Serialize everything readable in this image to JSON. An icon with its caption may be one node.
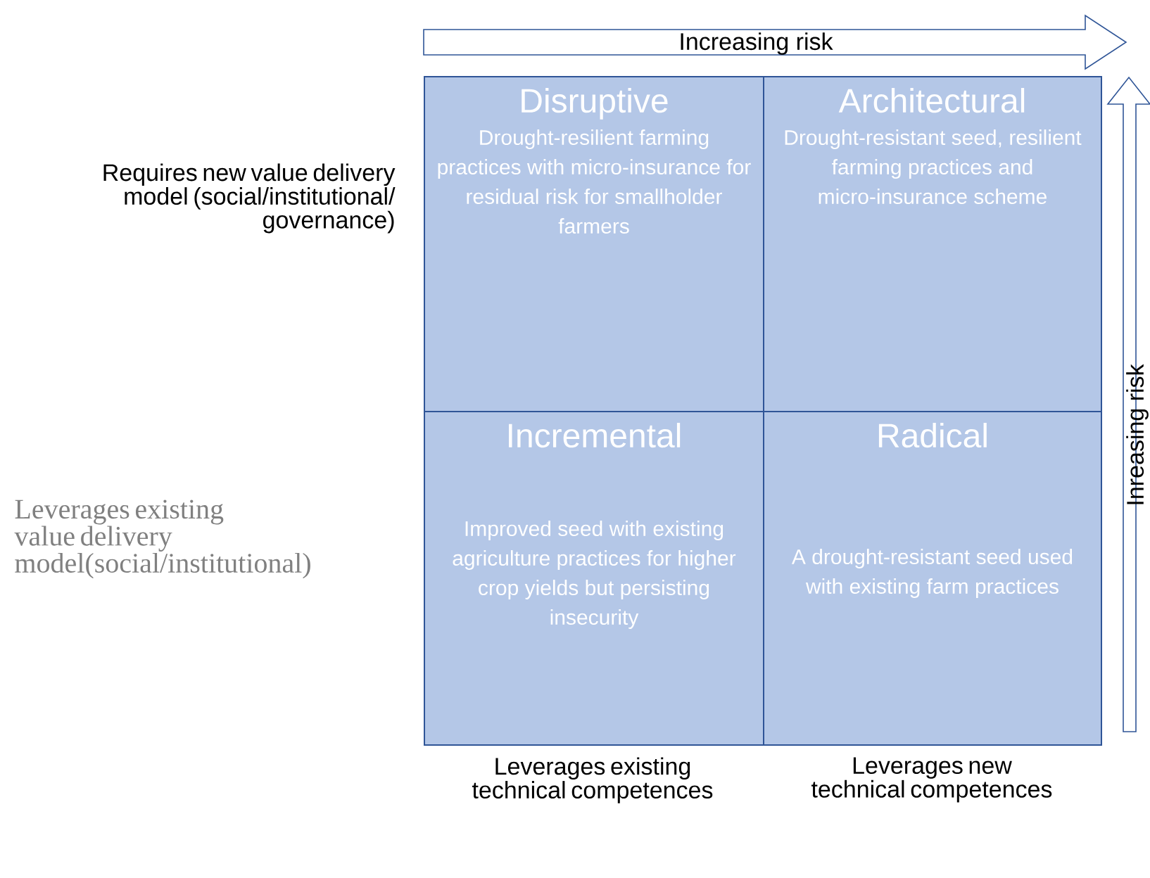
{
  "diagram": {
    "nodes": [
      {
        "text": [
          "Disruptive",
          "Drought-resilient farming practices with micro-insurance for residual risk for smallholder farmers"
        ]
      },
      {
        "text": [
          "Architectural",
          "Drought-resistant seed, resilient farming practices and micro-insurance scheme"
        ]
      },
      {
        "text": [
          "Incremental",
          "Improved seed with existing agriculture practices for higher crop yields  but persisting insecurity"
        ]
      },
      {
        "text": [
          "Radical",
          "A drought-resistant seed used with existing farm practices"
        ]
      }
    ],
    "labels": [
      "Increasing risk",
      "Inreasing risk",
      "Requires new value delivery model (social/institutional/ governance)",
      "Leverages existing value delivery model(social/institutional)",
      "Leverages existing technical competences",
      "Leverages new technical competences"
    ]
  }
}
